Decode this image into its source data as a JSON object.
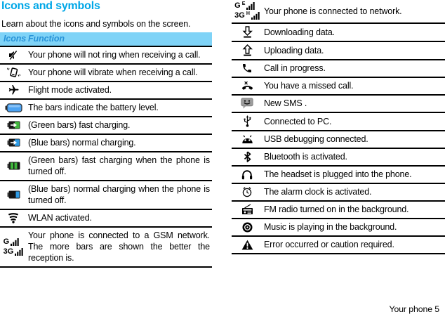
{
  "page": {
    "title": "Icons and symbols",
    "subtitle": "Learn about the icons and symbols on the screen.",
    "footer": "Your phone 5"
  },
  "colors": {
    "heading_text": "#00A7E7",
    "table_header_bg": "#7FD3F7",
    "table_header_text": "#2893D8",
    "battery_blue": "#4DA3F2",
    "battery_green": "#3FB53C",
    "charge_blue": "#2E9BE5",
    "sms_gray": "#9D9D9D"
  },
  "table_header": {
    "icons_label": "Icons",
    "function_label": "Function"
  },
  "signal_labels": {
    "gsm_row1": "G",
    "gsm_row2": "3G",
    "network_row1": "G",
    "network_row1_sup": "E",
    "network_row2": "3G",
    "network_row2_sup": "H"
  },
  "left_table_rows": [
    {
      "icon": "mute-icon",
      "text": "Your phone will not ring when receiving a call."
    },
    {
      "icon": "vibrate-icon",
      "text": "Your phone will vibrate when receiving a call."
    },
    {
      "icon": "flight-mode-icon",
      "text": "Flight mode activated."
    },
    {
      "icon": "battery-level-icon",
      "text": "The bars indicate the battery level."
    },
    {
      "icon": "battery-fast-charging-icon",
      "text": "(Green bars) fast charging."
    },
    {
      "icon": "battery-normal-charging-icon",
      "text": "(Blue bars) normal charging."
    },
    {
      "icon": "battery-fast-charging-off-icon",
      "text": "(Green bars) fast charging when the phone is turned off."
    },
    {
      "icon": "battery-normal-charging-off-icon",
      "text": "(Blue bars) normal charging when the phone is turned off."
    },
    {
      "icon": "wlan-icon",
      "text": "WLAN activated."
    },
    {
      "icon": "gsm-signal-icon",
      "text": "Your phone is connected to a GSM network. The more bars are shown the better the reception is."
    }
  ],
  "right_table_rows": [
    {
      "icon": "network-signal-icon",
      "text": "Your phone is connected to network."
    },
    {
      "icon": "download-icon",
      "text": "Downloading data."
    },
    {
      "icon": "upload-icon",
      "text": "Uploading data."
    },
    {
      "icon": "call-icon",
      "text": "Call in progress."
    },
    {
      "icon": "missed-call-icon",
      "text": "You have a missed call."
    },
    {
      "icon": "sms-icon",
      "text": "New SMS ."
    },
    {
      "icon": "pc-connection-icon",
      "text": "Connected to PC."
    },
    {
      "icon": "usb-debugging-icon",
      "text": "USB debugging connected."
    },
    {
      "icon": "bluetooth-icon",
      "text": "Bluetooth is activated."
    },
    {
      "icon": "headset-icon",
      "text": "The headset is plugged into the phone."
    },
    {
      "icon": "alarm-clock-icon",
      "text": "The alarm clock is activated."
    },
    {
      "icon": "fm-radio-icon",
      "text": "FM radio turned on in the background."
    },
    {
      "icon": "music-icon",
      "text": "Music is playing in the background."
    },
    {
      "icon": "error-icon",
      "text": "Error occurred or caution required."
    }
  ]
}
